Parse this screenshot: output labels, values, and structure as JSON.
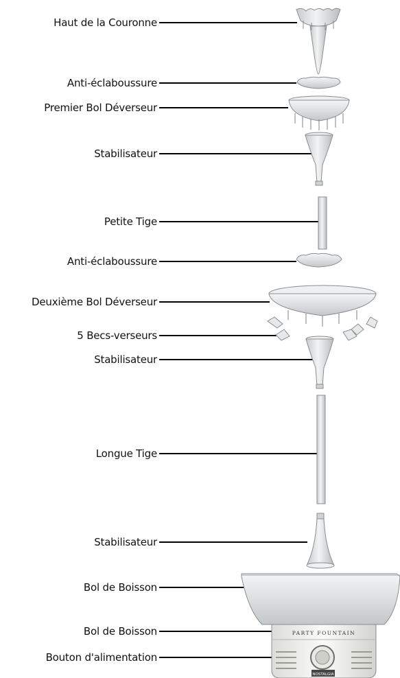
{
  "labels": [
    {
      "text": "Haut de la Couronne"
    },
    {
      "text": "Anti-éclaboussure"
    },
    {
      "text": "Premier Bol Déverseur"
    },
    {
      "text": "Stabilisateur"
    },
    {
      "text": "Petite Tige"
    },
    {
      "text": "Anti-éclaboussure"
    },
    {
      "text": "Deuxième Bol Déverseur"
    },
    {
      "text": "5 Becs-verseurs"
    },
    {
      "text": "Stabilisateur"
    },
    {
      "text": "Longue Tige"
    },
    {
      "text": "Stabilisateur"
    },
    {
      "text": "Bol de Boisson"
    },
    {
      "text": "Bol de Boisson"
    },
    {
      "text": "Bouton d'alimentation"
    }
  ],
  "base_text": {
    "brand_band": "PARTY FOUNTAIN",
    "logo": "NOSTALGIA"
  },
  "colors": {
    "part_fill": "#e4e6e8",
    "part_stroke": "#8a8d90",
    "base_fill": "#f4f4f2",
    "leader": "#000000"
  }
}
